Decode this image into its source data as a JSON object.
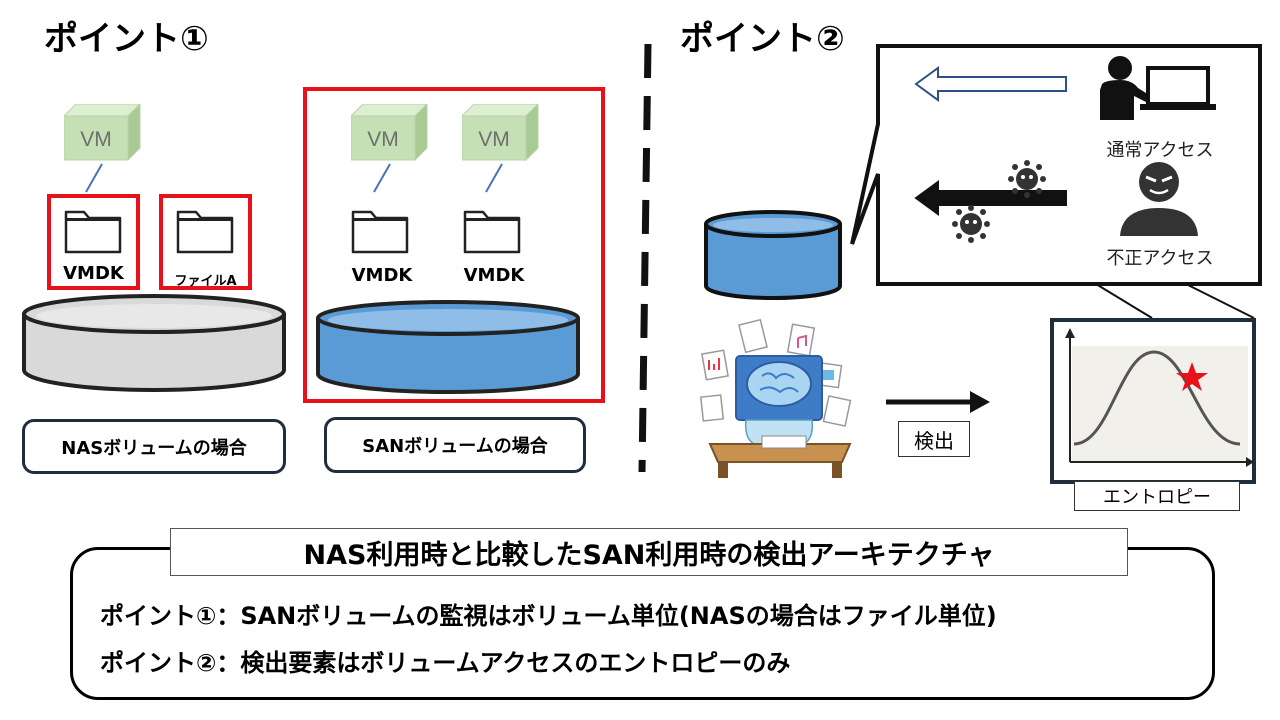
{
  "point1": {
    "title": "ポイント①"
  },
  "point2": {
    "title": "ポイント②"
  },
  "nas": {
    "vm_label": "VM",
    "file1_label": "VMDK",
    "file2_label": "ファイルA",
    "caption": "NASボリュームの場合",
    "colors": {
      "highlight": "#e8111a",
      "disk": "#d9d9d9"
    }
  },
  "san": {
    "vm1_label": "VM",
    "vm2_label": "VM",
    "file1_label": "VMDK",
    "file2_label": "VMDK",
    "caption": "SANボリュームの場合",
    "colors": {
      "highlight": "#e8111a",
      "disk": "#5b9bd5"
    }
  },
  "access": {
    "normal_label": "通常アクセス",
    "malicious_label": "不正アクセス"
  },
  "detect_label": "検出",
  "entropy_label": "エントロピー",
  "summary": {
    "title": "NAS利用時と比較したSAN利用時の検出アーキテクチャ",
    "point1_text": "ポイント①：SANボリュームの監視はボリューム単位(NASの場合はファイル単位)",
    "point2_text": "ポイント②：検出要素はボリュームアクセスのエントロピーのみ"
  },
  "colors": {
    "accent_red": "#e8111a",
    "vm_green": "#c5e0b4",
    "san_blue": "#5b9bd5",
    "frame_navy": "#1f2d3d"
  }
}
